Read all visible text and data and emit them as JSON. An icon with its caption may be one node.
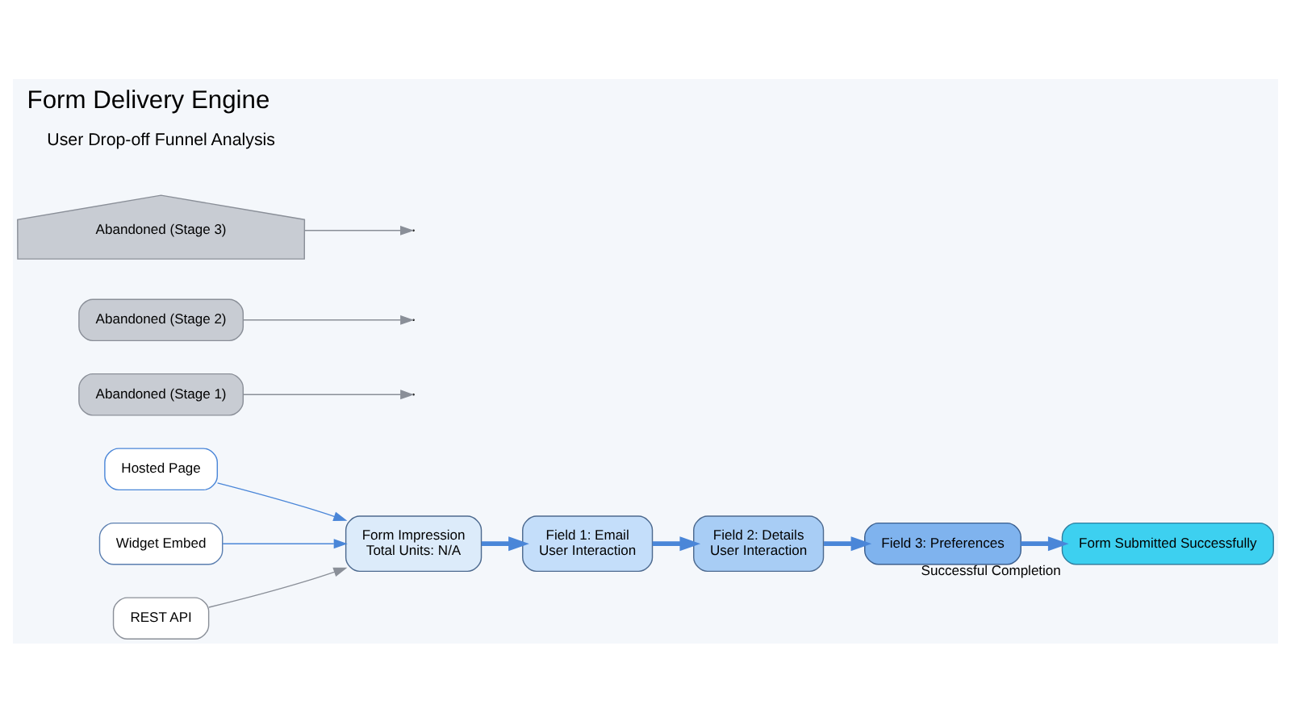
{
  "diagram": {
    "title": "Form Delivery Engine",
    "nodes": [
      {
        "text": [
          "Hosted Page"
        ]
      },
      {
        "text": [
          "Widget Embed"
        ]
      },
      {
        "text": [
          "REST API"
        ]
      },
      {
        "text": [
          "Form Impression",
          "Total Units: N/A"
        ]
      },
      {
        "text": [
          "Field 1: Email",
          "User Interaction"
        ]
      },
      {
        "text": [
          "Field 2: Details",
          "User Interaction"
        ]
      },
      {
        "text": [
          "Field 3: Preferences"
        ]
      },
      {
        "text": [
          "Form Submitted Successfully"
        ],
        "beside": [
          "Successful Completion"
        ]
      },
      {
        "text": [
          "Abandoned (Stage 1)"
        ]
      },
      {
        "text": [
          "Abandoned (Stage 2)"
        ]
      },
      {
        "text": [
          "Abandoned (Stage 3)"
        ]
      }
    ],
    "edges": [
      {
        "from": 0,
        "to": 3,
        "arrow": "to"
      },
      {
        "from": 1,
        "to": 3,
        "arrow": "to"
      },
      {
        "from": 2,
        "to": 3,
        "arrow": "to",
        "color": "#8a8f98"
      },
      {
        "from": 3,
        "to": 4,
        "arrow": "to",
        "style": "thick"
      },
      {
        "from": 4,
        "to": 5,
        "arrow": "to",
        "style": "thick"
      },
      {
        "from": 5,
        "to": 6,
        "arrow": "to",
        "style": "thick"
      },
      {
        "from": 6,
        "to": 7,
        "arrow": "to",
        "style": "thick"
      },
      {
        "from": 8,
        "to": null,
        "arrow": "to",
        "color": "#8a8f98"
      },
      {
        "from": 9,
        "to": null,
        "arrow": "to",
        "color": "#8a8f98"
      },
      {
        "from": 10,
        "to": null,
        "arrow": "to",
        "color": "#8a8f98"
      }
    ],
    "labels": [
      "User Drop-off Funnel Analysis"
    ]
  }
}
